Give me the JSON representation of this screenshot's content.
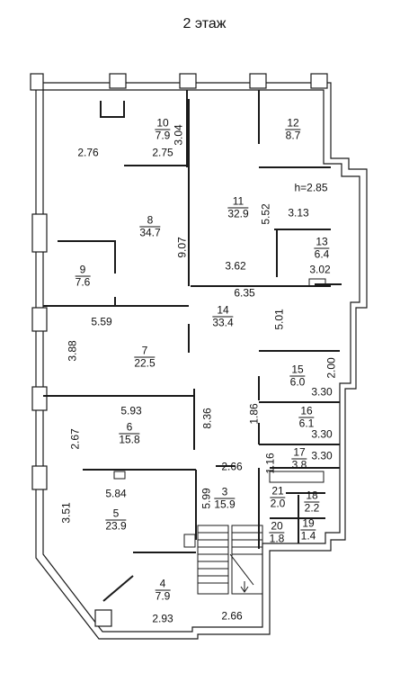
{
  "floor_title": "2 этаж",
  "ceiling_height": "h=2.85",
  "rooms": [
    {
      "num": "10",
      "area": "7.9"
    },
    {
      "num": "12",
      "area": "8.7"
    },
    {
      "num": "11",
      "area": "32.9"
    },
    {
      "num": "8",
      "area": "34.7"
    },
    {
      "num": "13",
      "area": "6.4"
    },
    {
      "num": "9",
      "area": "7.6"
    },
    {
      "num": "14",
      "area": "33.4"
    },
    {
      "num": "7",
      "area": "22.5"
    },
    {
      "num": "15",
      "area": "6.0"
    },
    {
      "num": "16",
      "area": "6.1"
    },
    {
      "num": "6",
      "area": "15.8"
    },
    {
      "num": "17",
      "area": "3.8"
    },
    {
      "num": "21",
      "area": "2.0"
    },
    {
      "num": "18",
      "area": "2.2"
    },
    {
      "num": "3",
      "area": "15.9"
    },
    {
      "num": "5",
      "area": "23.9"
    },
    {
      "num": "20",
      "area": "1.8"
    },
    {
      "num": "19",
      "area": "1.4"
    },
    {
      "num": "4",
      "area": "7.9"
    }
  ],
  "dimensions": [
    "3.04",
    "2.76",
    "2.75",
    "5.52",
    "3.13",
    "9.07",
    "3.62",
    "3.02",
    "6.35",
    "5.01",
    "5.59",
    "3.88",
    "2.00",
    "3.30",
    "1.86",
    "8.36",
    "5.93",
    "2.67",
    "3.30",
    "1.16",
    "3.30",
    "2.66",
    "5.84",
    "5.99",
    "3.51",
    "2.93",
    "2.66"
  ]
}
